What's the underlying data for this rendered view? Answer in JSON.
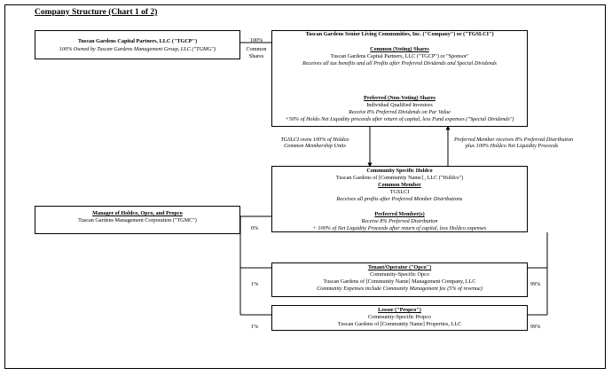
{
  "title": "Company Structure (Chart 1 of 2)",
  "tgcp": {
    "name": "Tuscan Gardens Capital Partners, LLC (\"TGCP\")",
    "owned": "100% Owned by Tuscan Gardens Management Group, LLC (\"TGMG\")"
  },
  "tgcp_link": {
    "pct": "100%",
    "line1": "Common",
    "line2": "Shares"
  },
  "company": {
    "name": "Tuscan Gardens Senior Living Communities, Inc. (\"Company\") or (\"TGSLCI\")",
    "common_heading": "Common (Voting) Shares",
    "common_holder": "Tuscan Gardens Capital Partners, LLC (\"TGCP\") or \"Sponsor\"",
    "common_desc": "Receives all tax benefits and all Profits after Preferred Dividends and Special Dividends",
    "pref_heading": "Preferred (Non-Voting) Shares",
    "pref_holder": "Individual Qualified Investors",
    "pref_desc1": "Receive 8% Preferred Dividends on Par Value",
    "pref_desc2": "+50% of Holdo Net Liquidity proceeds after return of capital, less Fund expenses (\"Special Dividends\")"
  },
  "arrow_left": {
    "line1": "TGSLCI owns 100% of Holdco",
    "line2": "Common Membership Units"
  },
  "arrow_right": {
    "line1": "Preferred Member receives 8% Preferred Distribution",
    "line2": "plus 100% Holdco Net Liquidity Proceeds"
  },
  "holdco": {
    "heading": "Community Specific Holdco",
    "name": "Tuscan Gardens of [Community Name] , LLC (\"Holdco\")",
    "common_heading": "Common Member",
    "common_name": "TGSLCI",
    "common_desc": "Receives all profits after Preferred Member Distributions",
    "pref_heading": "Preferred Member(s)",
    "pref_desc1": "Receive 8% Preferred Distribution",
    "pref_desc2": "+ 100% of Net Liquidity Proceeds after return of capital, less Holdco expenses"
  },
  "manager": {
    "heading": "Manager of Holdco, Opco, and Propco",
    "name": "Tuscan Gardens Management Corporation (\"TGMC\")"
  },
  "manager_pct_holdco": "0%",
  "opco": {
    "heading": "Tenant/Operator (\"Opco\")",
    "line1": "Community-Specific Opco",
    "line2": "Tuscan Gardens of [Community Name] Management Company, LLC",
    "line3": "Community Expenses include Community Management fee (5% of revenue)",
    "left_pct": "1%",
    "right_pct": "99%"
  },
  "propco": {
    "heading": "Lessor (\"Propco\")",
    "line1": "Community-Specific Propco",
    "line2": "Tuscan Gardens of [Community Name] Properties, LLC",
    "left_pct": "1%",
    "right_pct": "99%"
  }
}
